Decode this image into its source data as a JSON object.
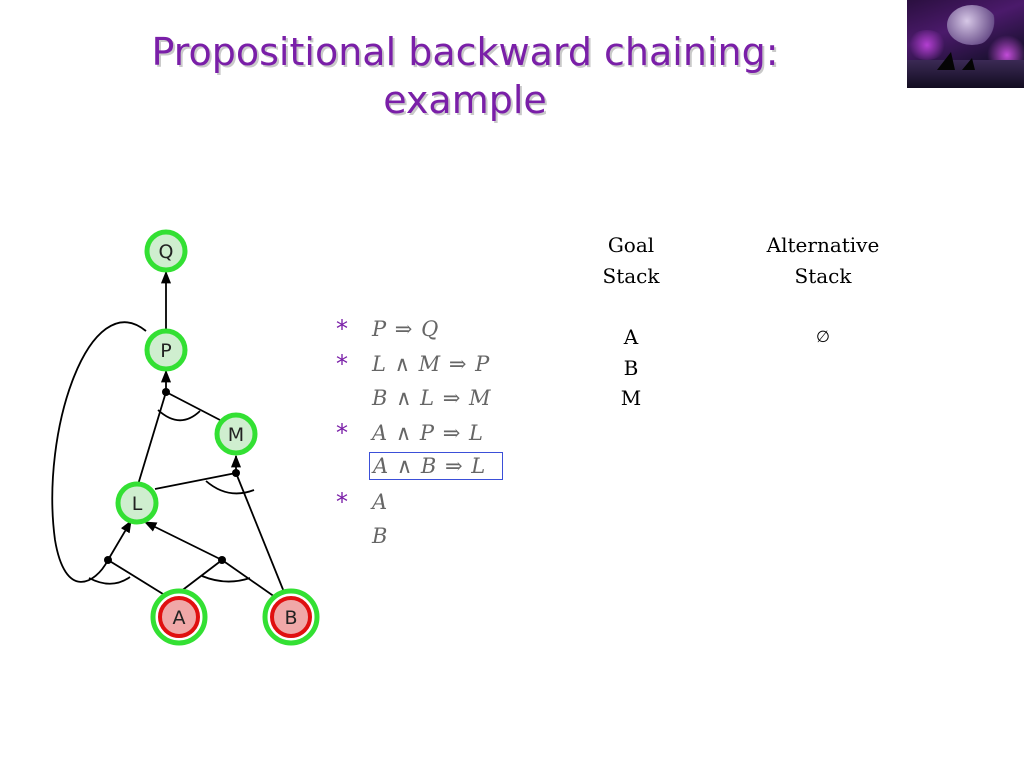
{
  "title": {
    "line1": "Propositional backward chaining:",
    "line2": "example"
  },
  "corner_image": {
    "description_icon": "orca-ocean-night-picture"
  },
  "graph": {
    "nodes": [
      {
        "id": "Q",
        "label": "Q",
        "state": "proved"
      },
      {
        "id": "P",
        "label": "P",
        "state": "proved"
      },
      {
        "id": "M",
        "label": "M",
        "state": "proved"
      },
      {
        "id": "L",
        "label": "L",
        "state": "proved"
      },
      {
        "id": "A",
        "label": "A",
        "state": "known"
      },
      {
        "id": "B",
        "label": "B",
        "state": "known"
      }
    ],
    "colors": {
      "proved_ring": "#33e033",
      "known_fill": "#f0a8a8",
      "known_ring": "#e01010",
      "edge": "#000000"
    }
  },
  "rules": [
    {
      "starred": true,
      "text": "P ⇒ Q",
      "boxed": false
    },
    {
      "starred": true,
      "text": "L ∧ M ⇒ P",
      "boxed": false
    },
    {
      "starred": false,
      "text": "B ∧ L ⇒ M",
      "boxed": false
    },
    {
      "starred": true,
      "text": "A ∧ P ⇒ L",
      "boxed": false
    },
    {
      "starred": false,
      "text": "A ∧ B ⇒ L",
      "boxed": true
    },
    {
      "starred": true,
      "text": "A",
      "boxed": false
    },
    {
      "starred": false,
      "text": "B",
      "boxed": false
    }
  ],
  "star_symbol": "*",
  "goal_stack": {
    "header1": "Goal",
    "header2": "Stack",
    "items": [
      "A",
      "B",
      "M"
    ]
  },
  "alternative_stack": {
    "header1": "Alternative",
    "header2": "Stack",
    "items": [
      "∅"
    ]
  },
  "accent_color": "#7a1fa8"
}
